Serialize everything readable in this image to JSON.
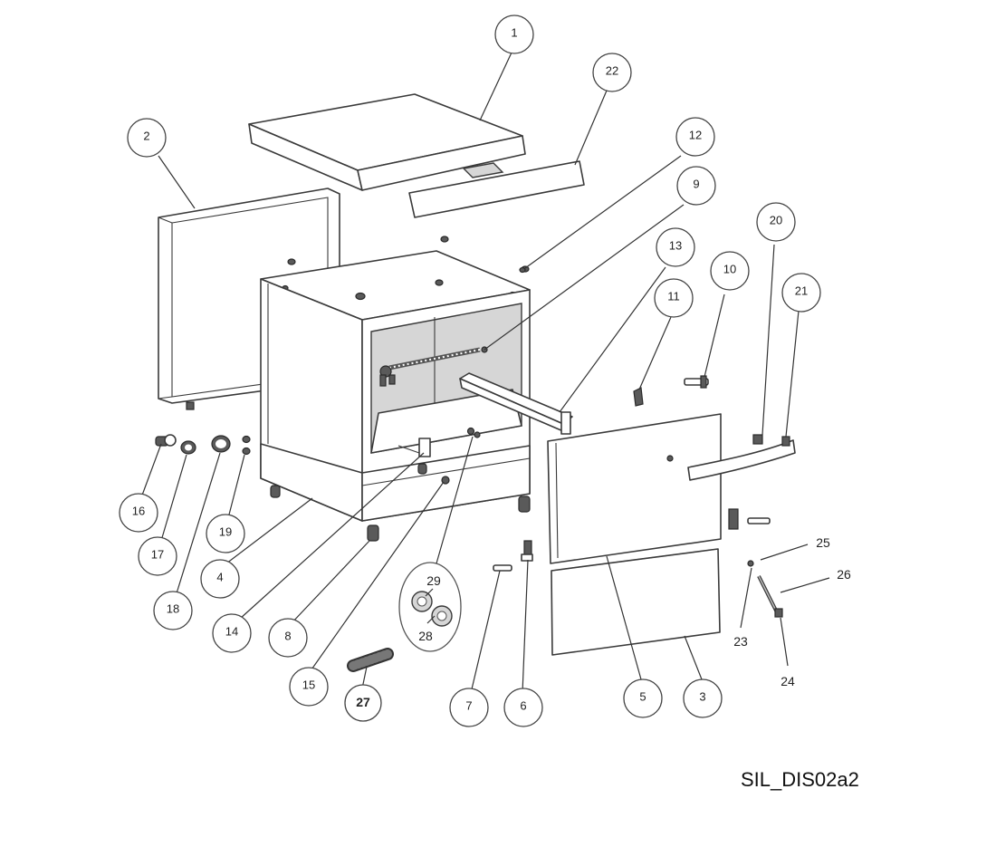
{
  "drawing_code": "SIL_DIS02a2",
  "callouts": [
    {
      "id": "c1",
      "label": "1",
      "style": "bubble"
    },
    {
      "id": "c22",
      "label": "22",
      "style": "bubble"
    },
    {
      "id": "c2",
      "label": "2",
      "style": "bubble"
    },
    {
      "id": "c12",
      "label": "12",
      "style": "bubble"
    },
    {
      "id": "c9",
      "label": "9",
      "style": "bubble"
    },
    {
      "id": "c20",
      "label": "20",
      "style": "bubble"
    },
    {
      "id": "c13",
      "label": "13",
      "style": "bubble"
    },
    {
      "id": "c10",
      "label": "10",
      "style": "bubble"
    },
    {
      "id": "c21",
      "label": "21",
      "style": "bubble"
    },
    {
      "id": "c11",
      "label": "11",
      "style": "bubble"
    },
    {
      "id": "c16",
      "label": "16",
      "style": "bubble"
    },
    {
      "id": "c17",
      "label": "17",
      "style": "bubble"
    },
    {
      "id": "c19",
      "label": "19",
      "style": "bubble"
    },
    {
      "id": "c4",
      "label": "4",
      "style": "bubble"
    },
    {
      "id": "c18",
      "label": "18",
      "style": "bubble"
    },
    {
      "id": "c14",
      "label": "14",
      "style": "bubble"
    },
    {
      "id": "c8",
      "label": "8",
      "style": "bubble"
    },
    {
      "id": "c15",
      "label": "15",
      "style": "bubble"
    },
    {
      "id": "c27",
      "label": "27",
      "style": "bubble-bold"
    },
    {
      "id": "c7",
      "label": "7",
      "style": "bubble"
    },
    {
      "id": "c6",
      "label": "6",
      "style": "bubble"
    },
    {
      "id": "c5",
      "label": "5",
      "style": "bubble"
    },
    {
      "id": "c3",
      "label": "3",
      "style": "bubble"
    },
    {
      "id": "c29",
      "label": "29",
      "style": "text"
    },
    {
      "id": "c28",
      "label": "28",
      "style": "text"
    },
    {
      "id": "c25",
      "label": "25",
      "style": "text"
    },
    {
      "id": "c26",
      "label": "26",
      "style": "text"
    },
    {
      "id": "c23",
      "label": "23",
      "style": "text"
    },
    {
      "id": "c24",
      "label": "24",
      "style": "text"
    }
  ]
}
